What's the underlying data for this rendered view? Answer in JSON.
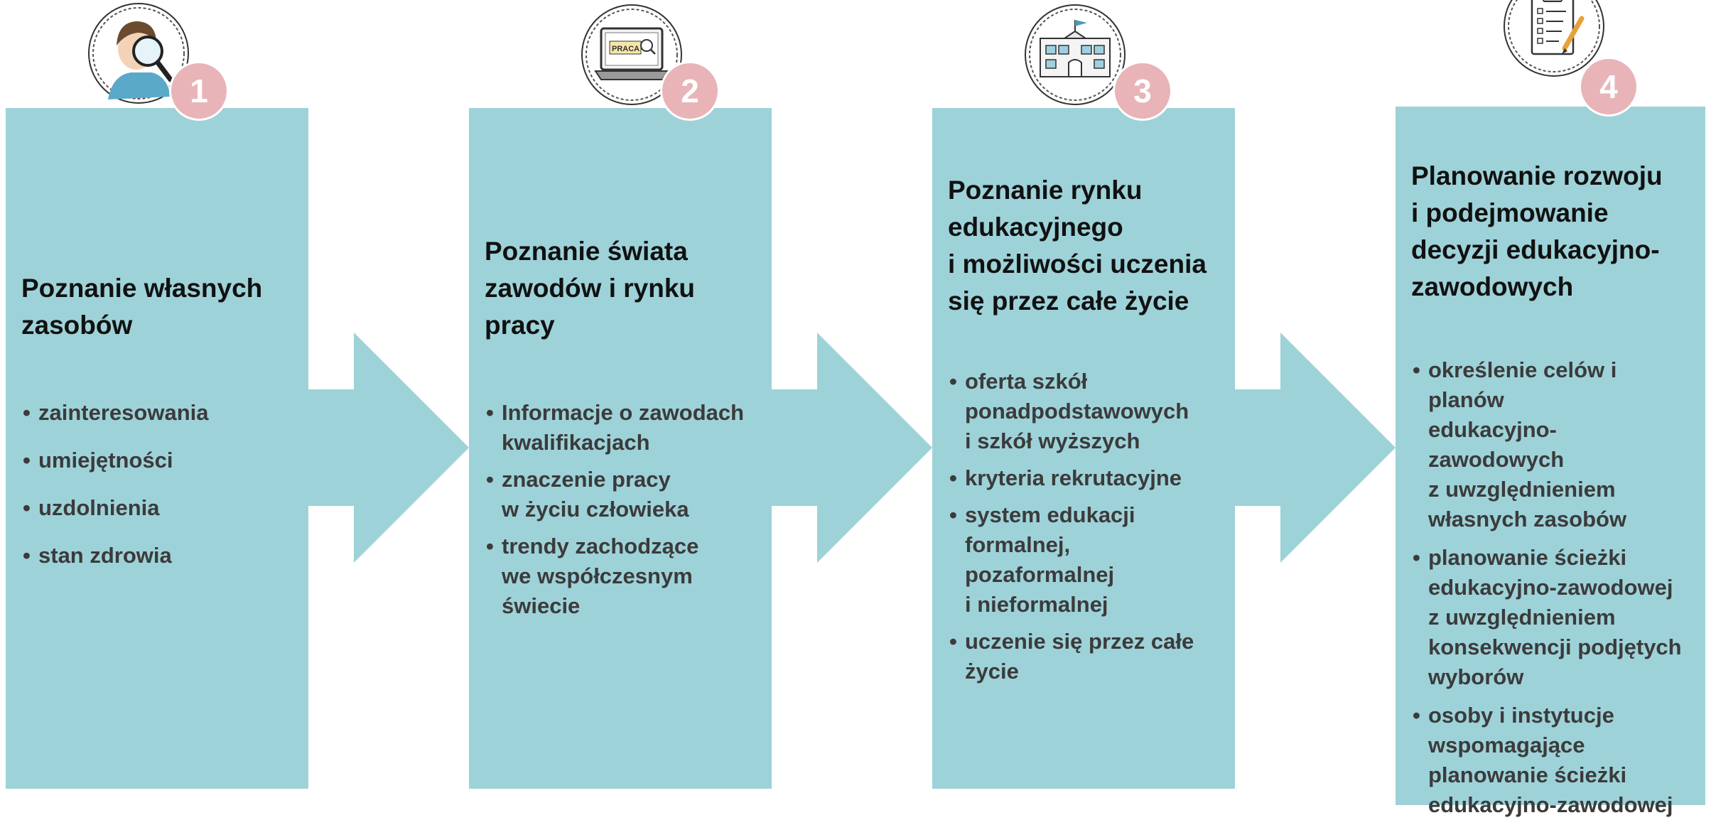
{
  "colors": {
    "panel": "#9ed2d9",
    "badge": "#e8b4b8",
    "title_text": "#111111",
    "bullet_text": "#3b3b3b"
  },
  "steps": [
    {
      "number": "1",
      "icon": "magnifier-person-icon",
      "title": "Poznanie własnych\nzasobów",
      "items": [
        "zainteresowania",
        "umiejętności",
        "uzdolnienia",
        "stan zdrowia"
      ]
    },
    {
      "number": "2",
      "icon": "laptop-job-search-icon",
      "icon_text": "PRACA",
      "title": "Poznanie świata\nzawodów i rynku\npracy",
      "items": [
        "Informacje o zawodach\nkwalifikacjach",
        "znaczenie pracy\nw życiu człowieka",
        "trendy zachodzące\nwe współczesnym\nświecie"
      ]
    },
    {
      "number": "3",
      "icon": "school-building-icon",
      "title": "Poznanie rynku\nedukacyjnego\ni możliwości uczenia\nsię przez całe życie",
      "items": [
        "oferta szkół\nponadpodstawowych\ni szkół wyższych",
        "kryteria rekrutacyjne",
        "system edukacji\nformalnej,\npozaformalnej\ni nieformalnej",
        "uczenie się przez całe\nżycie"
      ]
    },
    {
      "number": "4",
      "icon": "clipboard-checklist-icon",
      "title": "Planowanie rozwoju\ni podejmowanie\ndecyzji edukacyjno-\nzawodowych",
      "items": [
        "określenie celów i planów\nedukacyjno-zawodowych\nz uwzględnieniem\nwłasnych zasobów",
        "planowanie ścieżki\nedukacyjno-zawodowej\nz uwzględnieniem\nkonsekwencji podjętych\nwyborów",
        "osoby i instytucje\nwspomagające\nplanowanie ścieżki\nedukacyjno-zawodowej"
      ]
    }
  ]
}
